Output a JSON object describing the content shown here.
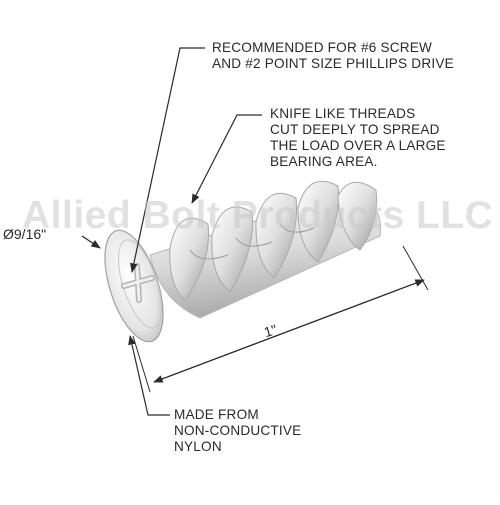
{
  "watermark": "Allied Bolt Products LLC",
  "callouts": {
    "recommended": [
      "RECOMMENDED FOR #6 SCREW",
      "AND #2 POINT SIZE PHILLIPS DRIVE"
    ],
    "threads": [
      "KNIFE LIKE THREADS",
      "CUT DEEPLY TO SPREAD",
      "THE LOAD OVER A LARGE",
      "BEARING AREA."
    ],
    "material": [
      "MADE FROM",
      "NON-CONDUCTIVE",
      "NYLON"
    ]
  },
  "dimensions": {
    "diameter": "Ø9/16\"",
    "length": "1\""
  },
  "colors": {
    "line": "#2b2b2b",
    "anchor_light": "#f2f2f2",
    "anchor_mid": "#d4d4d4",
    "anchor_dark": "#9c9c9c"
  }
}
